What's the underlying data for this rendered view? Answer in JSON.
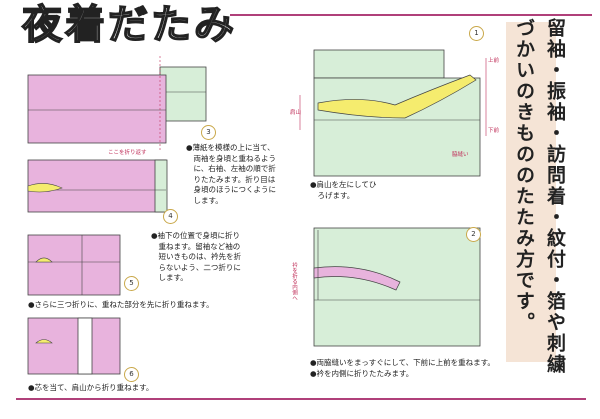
{
  "title": "夜着だたみ",
  "vertical_title": {
    "col1": "留袖・振袖・訪問着・紋付・箔や刺繍",
    "col2": "づかいのきもののたたみ方です。"
  },
  "steps": {
    "s1": {
      "num": "1"
    },
    "s2": {
      "num": "2",
      "note": "●両脇縫いをまっすぐにして、下前に上前を重ねます。\n●衿を内側に折りたたみます。"
    },
    "s3": {
      "num": "3",
      "note": "●薄紙を模様の上に当て、\n　両袖を身頃と重ねるよう\n　に、右袖、左袖の順で折\n　りたたみます。折り目は\n　身頃のほうにつくように\n　します。"
    },
    "s4": {
      "num": "4",
      "note": "●肩山を左にしてひ\n　ろげます。"
    },
    "s5": {
      "num": "5",
      "note": "●袖下の位置で身頃に折り\n　重ねます。留袖など袖の\n　短いきものは、衿先を折\n　らないよう、二つ折りに\n　します。"
    },
    "s6": {
      "num": "6",
      "note": "●さらに三つ折りに、重ねた部分を先に折り重ねます。"
    },
    "s7": {
      "note": "●芯を当て、肩山から折り重ねます。"
    }
  },
  "labels": {
    "fold_here": "ここを折り返す",
    "shoulder": "肩山",
    "upper": "上前",
    "lower": "下前",
    "side_seam": "脇縫い",
    "collar_fold": "衿を折る内側へ"
  },
  "colors": {
    "kimono_green": "#d7eed8",
    "collar_yellow": "#f5ec6e",
    "pink": "#e8b3dd",
    "accent": "#b0407a"
  }
}
